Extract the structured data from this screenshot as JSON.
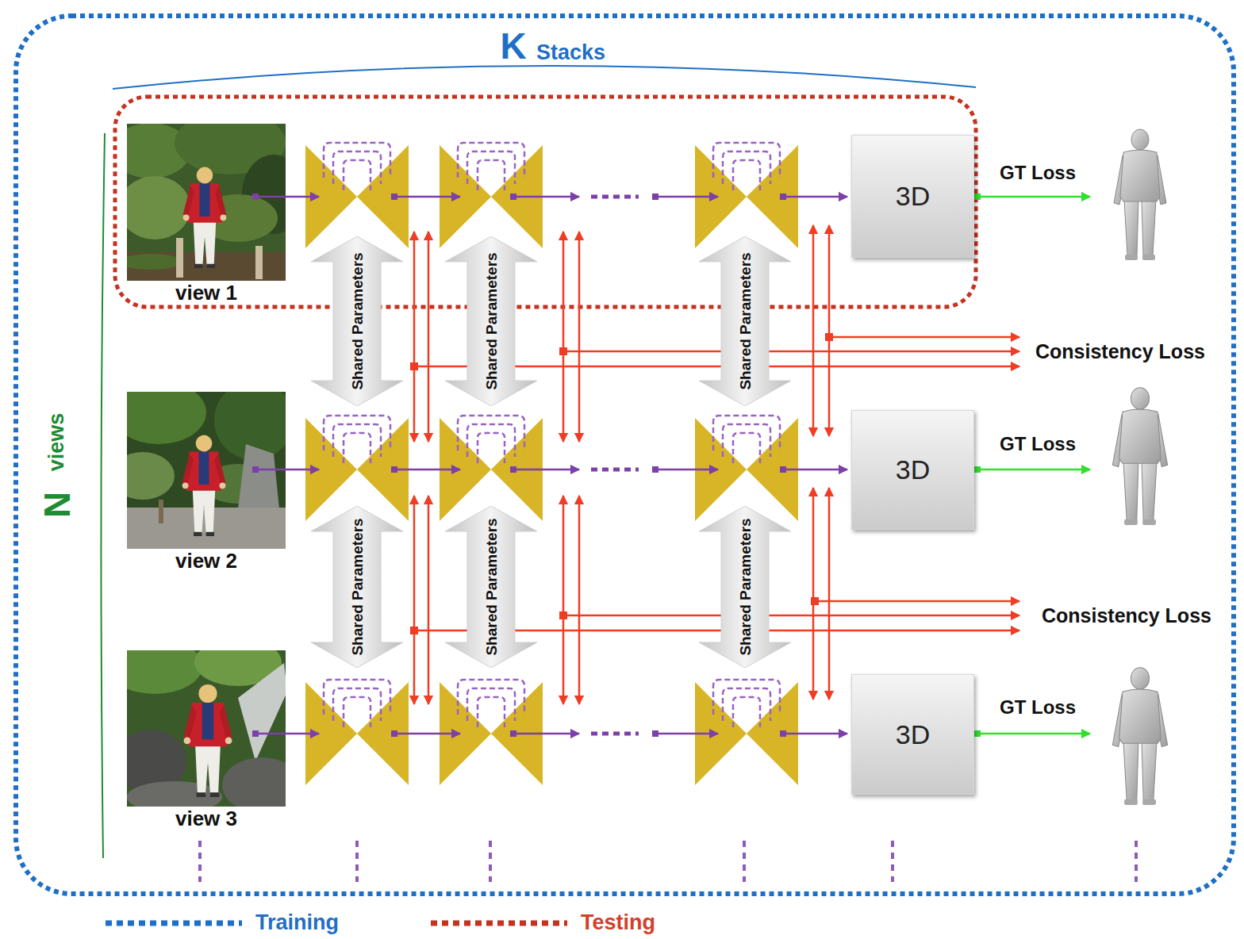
{
  "diagram": {
    "nodes": [
      {
        "text": [
          "view 1"
        ]
      },
      {
        "text": [
          "3D"
        ]
      },
      {
        "text": [
          "Shared Parameters"
        ]
      },
      {
        "text": [
          "Shared Parameters"
        ]
      },
      {
        "text": [
          "Shared Parameters"
        ]
      },
      {
        "text": [
          "view 2"
        ]
      },
      {
        "text": [
          "3D"
        ]
      },
      {
        "text": [
          "Shared Parameters"
        ]
      },
      {
        "text": [
          "Shared Parameters"
        ]
      },
      {
        "text": [
          "Shared Parameters"
        ]
      },
      {
        "text": [
          "view 3"
        ]
      },
      {
        "text": [
          "3D"
        ]
      }
    ],
    "labels": [
      "K",
      "Stacks",
      "N",
      "views",
      "GT Loss",
      "GT Loss",
      "GT Loss",
      "Consistency Loss",
      "Consistency Loss"
    ],
    "legend": [
      {
        "text": "Training"
      },
      {
        "text": "Testing"
      }
    ]
  }
}
